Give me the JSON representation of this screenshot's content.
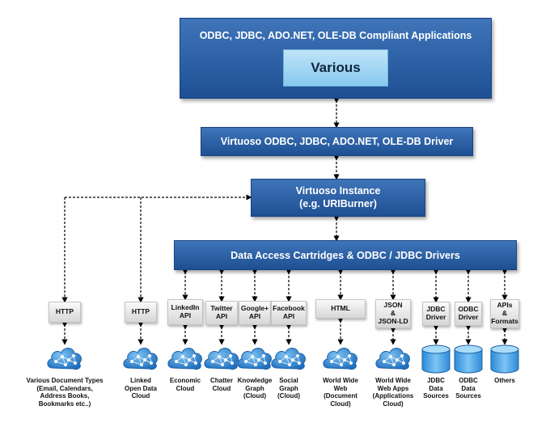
{
  "top_box": {
    "title": "ODBC, JDBC, ADO.NET, OLE-DB Compliant Applications",
    "inner": "Various"
  },
  "driver_box": "Virtuoso ODBC, JDBC, ADO.NET, OLE-DB Driver",
  "instance_box": {
    "line1": "Virtuoso Instance",
    "line2": "(e.g. URIBurner)"
  },
  "cartridges_box": "Data Access Cartridges & ODBC / JDBC Drivers",
  "connectors": [
    {
      "label": "HTTP",
      "caption": "Various Document Types\n(Email, Calendars,\nAddress Books,\nBookmarks etc..)",
      "icon": "cloud"
    },
    {
      "label": "HTTP",
      "caption": "Linked\nOpen Data\nCloud",
      "icon": "cloud"
    },
    {
      "label": "LinkedIn\nAPI",
      "caption": "Economic\nCloud",
      "icon": "cloud"
    },
    {
      "label": "Twitter\nAPI",
      "caption": "Chatter\nCloud",
      "icon": "cloud"
    },
    {
      "label": "Google+\nAPI",
      "caption": "Knowledge\nGraph\n(Cloud)",
      "icon": "cloud"
    },
    {
      "label": "Facebook\nAPI",
      "caption": "Social\nGraph\n(Cloud)",
      "icon": "cloud"
    },
    {
      "label": "HTML",
      "caption": "World Wide\nWeb\n(Document\nCloud)",
      "icon": "cloud"
    },
    {
      "label": "JSON\n&\nJSON-LD",
      "caption": "World Wide\nWeb Apps\n(Applications\nCloud)",
      "icon": "cloud"
    },
    {
      "label": "JDBC\nDriver",
      "caption": "JDBC\nData\nSources",
      "icon": "database"
    },
    {
      "label": "ODBC\nDriver",
      "caption": "ODBC\nData\nSources",
      "icon": "database"
    },
    {
      "label": "APIs\n&\nFormats",
      "caption": "Others",
      "icon": "database"
    }
  ]
}
